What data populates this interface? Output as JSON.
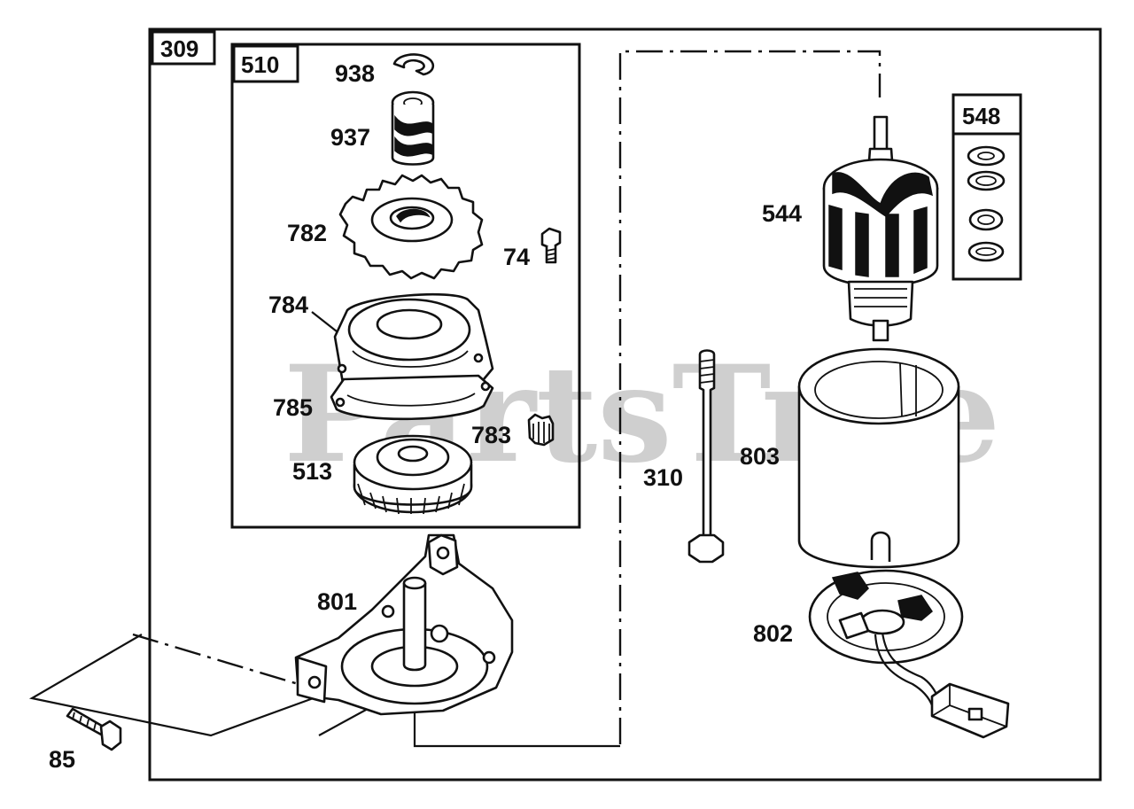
{
  "watermark": "PartsTree",
  "callouts": {
    "c309": "309",
    "c510": "510",
    "c548": "548",
    "c938": "938",
    "c937": "937",
    "c782": "782",
    "c74": "74",
    "c784": "784",
    "c785": "785",
    "c783": "783",
    "c513": "513",
    "c801": "801",
    "c85": "85",
    "c544": "544",
    "c310": "310",
    "c803": "803",
    "c802": "802"
  }
}
